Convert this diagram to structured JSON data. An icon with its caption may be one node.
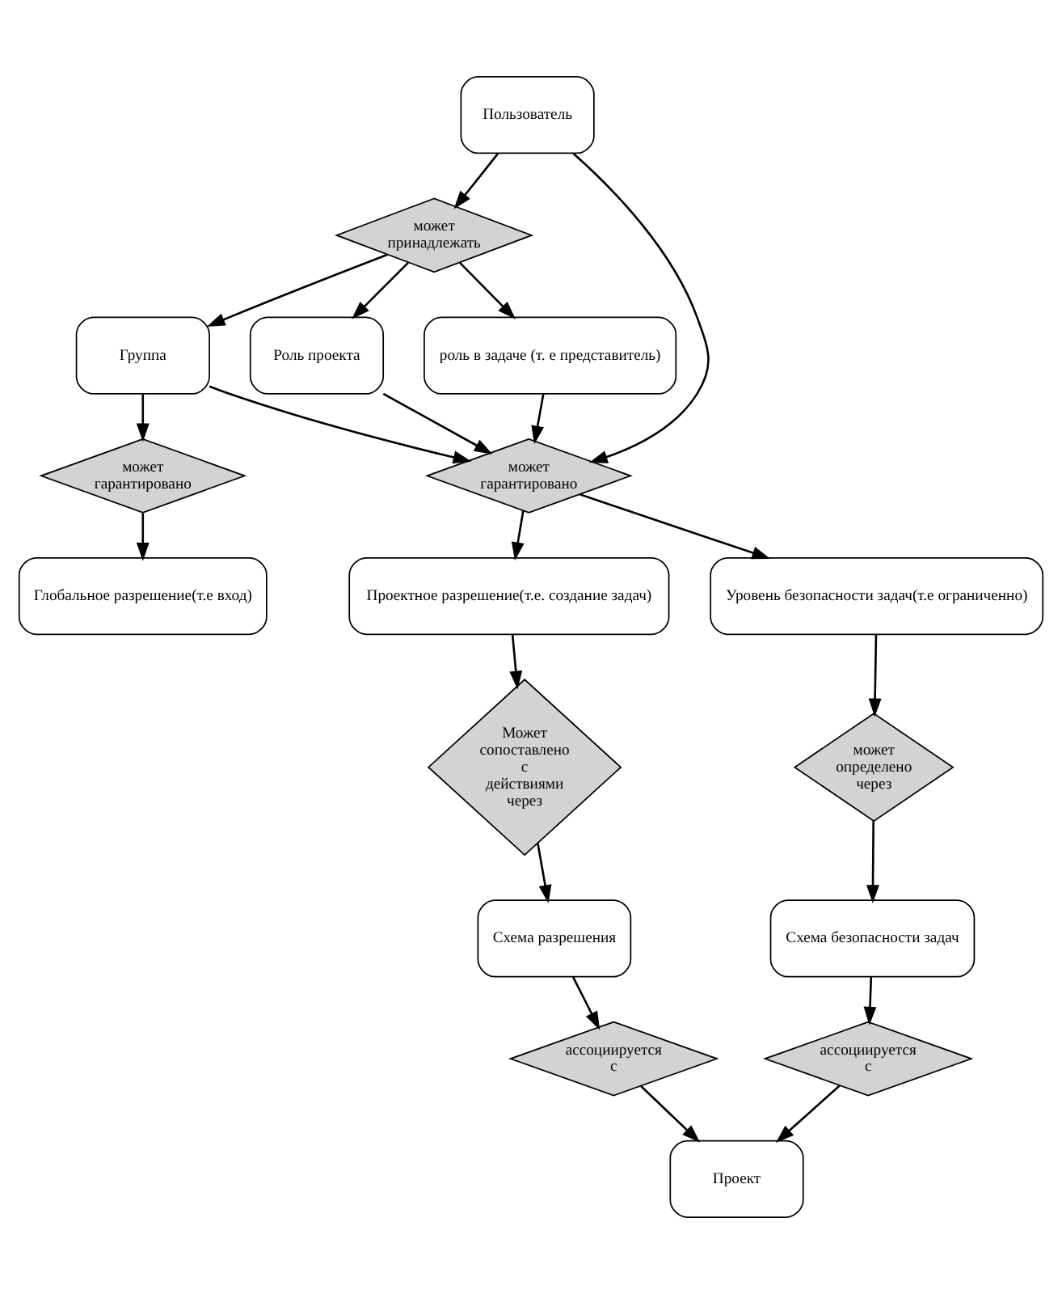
{
  "diagram": {
    "nodes": [
      {
        "text": [
          "Пользователь"
        ]
      },
      {
        "text": [
          "может принадлежать"
        ]
      },
      {
        "text": [
          "Группа"
        ]
      },
      {
        "text": [
          "Роль проекта"
        ]
      },
      {
        "text": [
          "роль в задаче (т. е представитель)"
        ]
      },
      {
        "text": [
          "может гарантировано"
        ]
      },
      {
        "text": [
          "может гарантировано"
        ]
      },
      {
        "text": [
          "Глобальное разрешение(т.е вход)"
        ]
      },
      {
        "text": [
          "Проектное разрешение(т.е. создание задач)"
        ]
      },
      {
        "text": [
          "Уровень безопасности задач(т.е ограниченно)"
        ]
      },
      {
        "text": [
          "Может сопоставлено с действиями через"
        ]
      },
      {
        "text": [
          "может определено через"
        ]
      },
      {
        "text": [
          "Схема разрешения"
        ]
      },
      {
        "text": [
          "Схема безопасности задач"
        ]
      },
      {
        "text": [
          "ассоциируется с"
        ]
      },
      {
        "text": [
          "ассоциируется с"
        ]
      },
      {
        "text": [
          "Проект"
        ]
      }
    ],
    "edges": [
      {
        "from": 0,
        "to": 1,
        "arrow": "to"
      },
      {
        "from": 0,
        "to": 6,
        "arrow": "to"
      },
      {
        "from": 1,
        "to": 2,
        "arrow": "to"
      },
      {
        "from": 1,
        "to": 3,
        "arrow": "to"
      },
      {
        "from": 1,
        "to": 4,
        "arrow": "to"
      },
      {
        "from": 2,
        "to": 5,
        "arrow": "to"
      },
      {
        "from": 2,
        "to": 6,
        "arrow": "to"
      },
      {
        "from": 3,
        "to": 6,
        "arrow": "to"
      },
      {
        "from": 4,
        "to": 6,
        "arrow": "to"
      },
      {
        "from": 5,
        "to": 7,
        "arrow": "to"
      },
      {
        "from": 6,
        "to": 8,
        "arrow": "to"
      },
      {
        "from": 6,
        "to": 9,
        "arrow": "to"
      },
      {
        "from": 8,
        "to": 10,
        "arrow": "to"
      },
      {
        "from": 9,
        "to": 11,
        "arrow": "to"
      },
      {
        "from": 10,
        "to": 12,
        "arrow": "to"
      },
      {
        "from": 11,
        "to": 13,
        "arrow": "to"
      },
      {
        "from": 12,
        "to": 14,
        "arrow": "to"
      },
      {
        "from": 13,
        "to": 15,
        "arrow": "to"
      },
      {
        "from": 14,
        "to": 16,
        "arrow": "to"
      },
      {
        "from": 15,
        "to": 16,
        "arrow": "to"
      }
    ]
  }
}
